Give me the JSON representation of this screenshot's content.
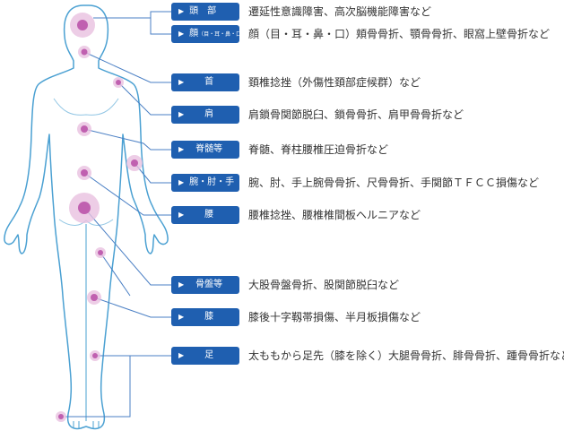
{
  "colors": {
    "button": "#1f5fb0",
    "body_fill": "#ffffff",
    "body_stroke": "#4aa0d2",
    "line": "#4a7fc4",
    "marker": "#c060b0"
  },
  "items": [
    {
      "label": "頭　部",
      "sub": "",
      "desc": "遷延性意識障害、高次脳機能障害など"
    },
    {
      "label": "顔",
      "sub": "（目・耳・鼻・口）",
      "desc": "顔（目・耳・鼻・口）頬骨骨折、顎骨骨折、眼窩上壁骨折など"
    },
    {
      "label": "首",
      "sub": "",
      "desc": "頚椎捻挫（外傷性頚部症候群）など"
    },
    {
      "label": "肩",
      "sub": "",
      "desc": "肩鎖骨関節脱臼、鎖骨骨折、肩甲骨骨折など"
    },
    {
      "label": "脊髄等",
      "sub": "",
      "desc": "脊髄、脊柱腰椎圧迫骨折など"
    },
    {
      "label": "腕・肘・手",
      "sub": "",
      "desc": "腕、肘、手上腕骨骨折、尺骨骨折、手関節ＴＦＣＣ損傷など"
    },
    {
      "label": "腰",
      "sub": "",
      "desc": "腰椎捻挫、腰椎椎間板ヘルニアなど"
    },
    {
      "label": "骨盤等",
      "sub": "",
      "desc": "大股骨盤骨折、股関節脱臼など"
    },
    {
      "label": "膝",
      "sub": "",
      "desc": "膝後十字靱帯損傷、半月板損傷など"
    },
    {
      "label": "足",
      "sub": "",
      "desc": "太ももから足先（膝を除く）大腿骨骨折、腓骨骨折、踵骨骨折など"
    }
  ]
}
